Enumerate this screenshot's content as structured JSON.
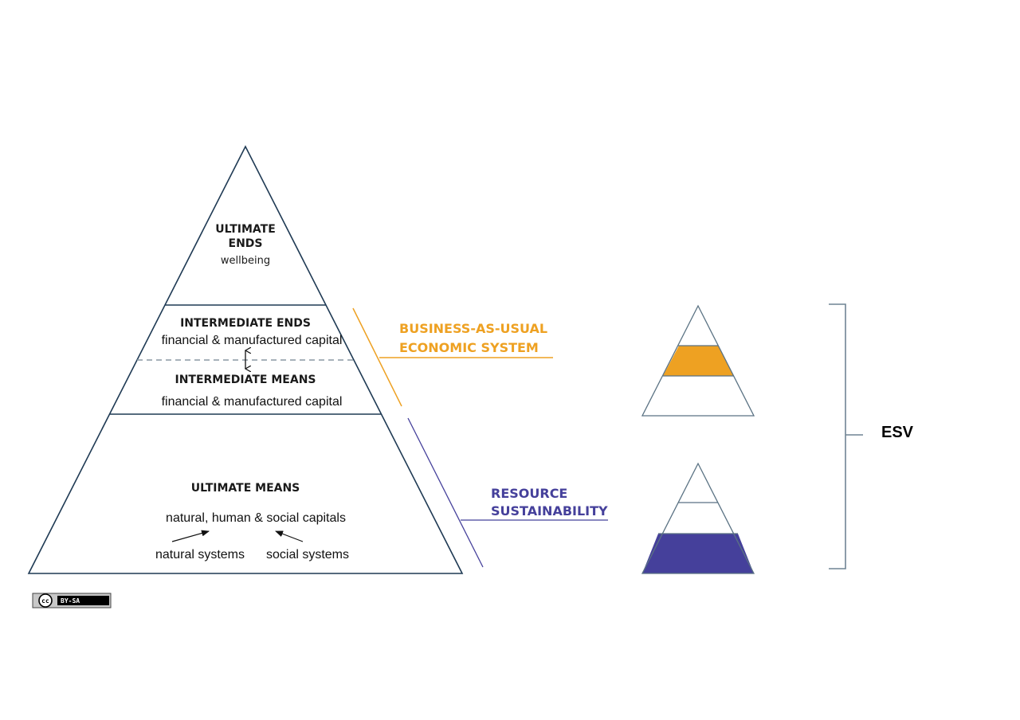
{
  "colors": {
    "outline": "#1f3a54",
    "orange": "#eea122",
    "purple": "#45409b",
    "bracket": "#6f8494",
    "dashed": "#8a98a4"
  },
  "pyramid": {
    "ultimate_ends": {
      "line1": "ULTIMATE",
      "line2": "ENDS",
      "sub": "wellbeing"
    },
    "intermediate_ends": {
      "title": "INTERMEDIATE ENDS",
      "sub": "financial & manufactured capital"
    },
    "intermediate_means": {
      "title": "INTERMEDIATE MEANS",
      "sub": "financial & manufactured capital"
    },
    "ultimate_means": {
      "title": "ULTIMATE MEANS",
      "sub": "natural, human & social capitals",
      "left": "natural systems",
      "right": "social systems"
    }
  },
  "labels": {
    "bau_line1": "BUSINESS-AS-USUAL",
    "bau_line2": "ECONOMIC SYSTEM",
    "rs_line1": "RESOURCE",
    "rs_line2": "SUSTAINABILITY",
    "esv": "ESV"
  },
  "license": {
    "cc": "cc",
    "text": "BY-SA"
  },
  "icons": {
    "license_badge": "cc-by-sa-badge",
    "double_arrow": "double-headed-arrow",
    "arrow_left": "arrow-icon",
    "arrow_right": "arrow-icon"
  }
}
